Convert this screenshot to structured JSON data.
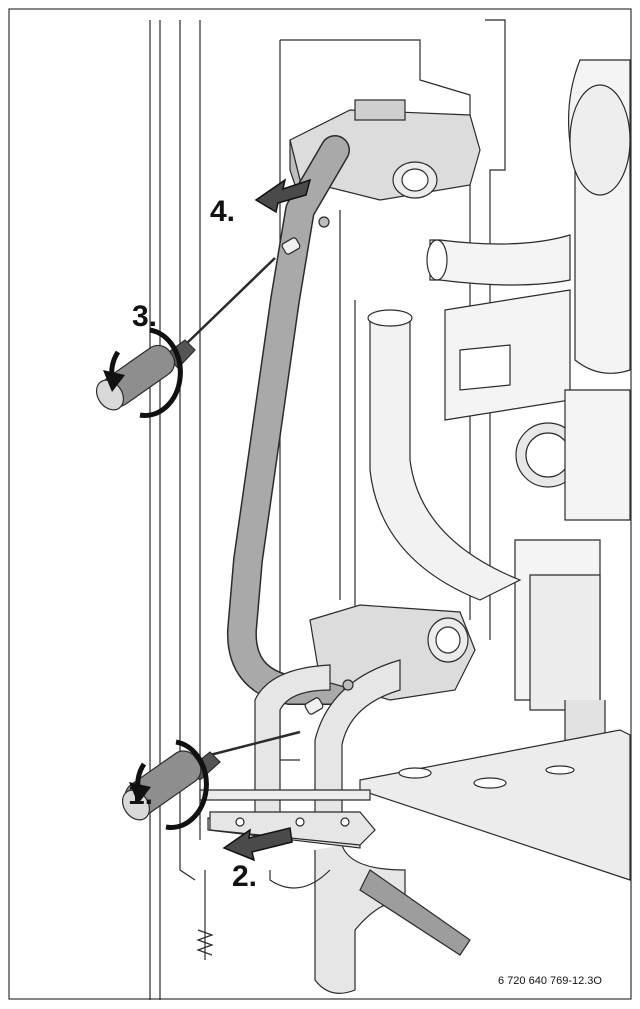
{
  "steps": [
    {
      "label": "1."
    },
    {
      "label": "2."
    },
    {
      "label": "3."
    },
    {
      "label": "4."
    }
  ],
  "figure_code": "6 720 640 769-12.3O",
  "colors": {
    "outline": "#2b2b2b",
    "pipe_fill": "#a9a9a9",
    "pipe_light": "#d9d9d9",
    "frame_fill": "#ececec",
    "background": "#ffffff"
  }
}
